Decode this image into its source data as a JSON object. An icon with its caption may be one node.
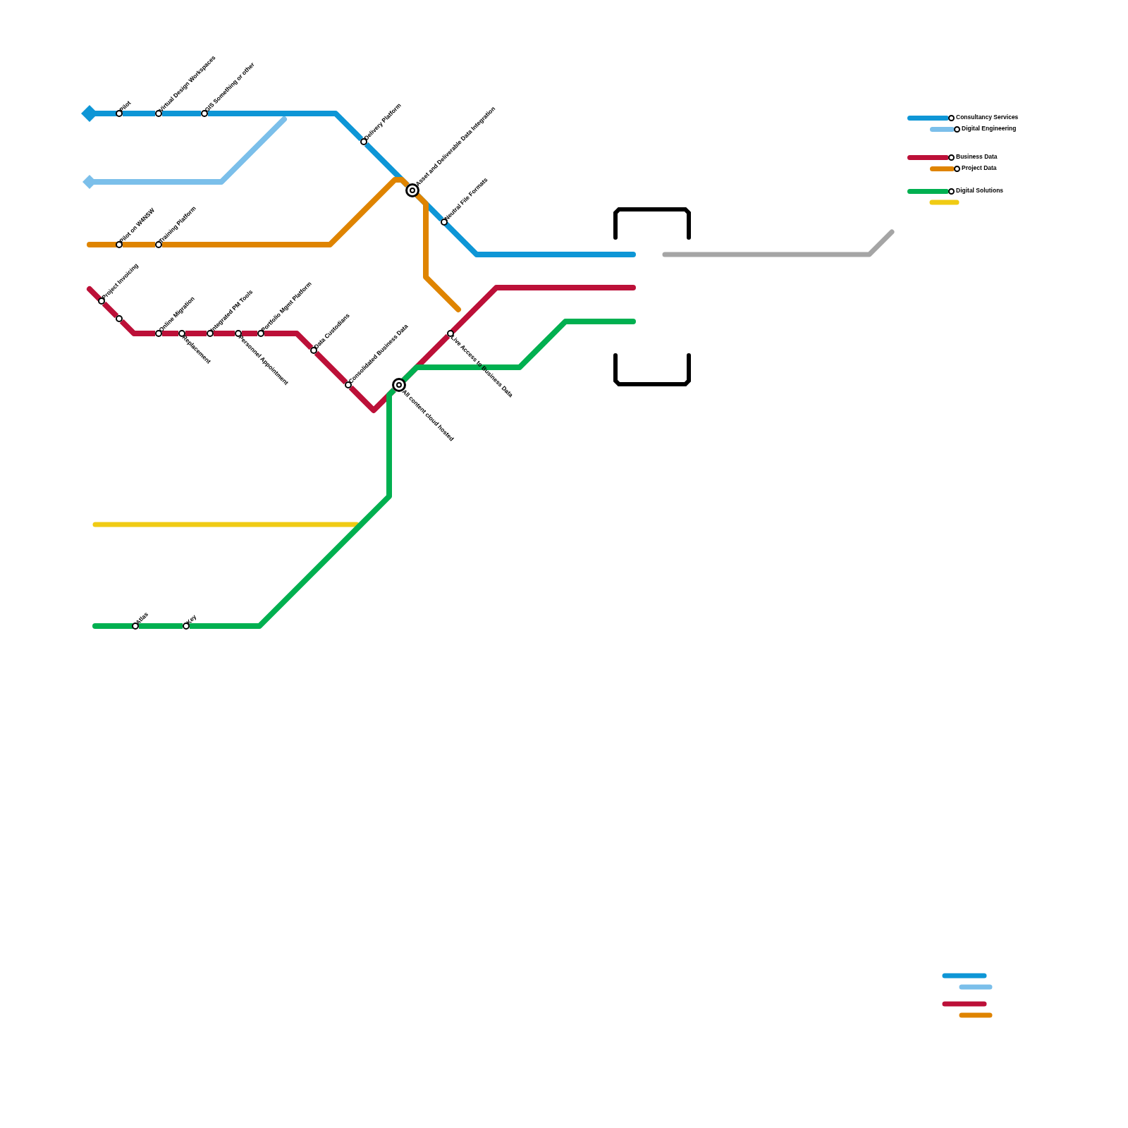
{
  "diagram": {
    "nodes": [
      {
        "text": [
          "Pilot"
        ]
      },
      {
        "text": [
          "Virtual Design Workspaces"
        ]
      },
      {
        "text": [
          "GIS Something or other"
        ]
      },
      {
        "text": [
          "Delivery Platform"
        ]
      },
      {
        "text": [
          "Asset and Deliverable Data Integration"
        ]
      },
      {
        "text": [
          "Neutral File Formats"
        ]
      },
      {
        "text": [
          "Pilot on W4NSW"
        ]
      },
      {
        "text": [
          "Training Platform"
        ]
      },
      {
        "text": [
          "Project Invoicing"
        ]
      },
      {
        "text": [],
        "shape": "circle"
      },
      {
        "text": [
          "Online Migration"
        ]
      },
      {
        "text": [
          "Replacement"
        ]
      },
      {
        "text": [
          "Integrated PM Tools"
        ]
      },
      {
        "text": [
          "Personnel Appointment"
        ]
      },
      {
        "text": [
          "Portfolio Mgmt Platform"
        ]
      },
      {
        "text": [
          "Data Custodians"
        ]
      },
      {
        "text": [
          "Consolidated Business Data"
        ]
      },
      {
        "text": [
          "All content cloud hosted"
        ]
      },
      {
        "text": [
          "Live Access to Business Data"
        ]
      },
      {
        "text": [
          "Atlas"
        ]
      },
      {
        "text": [
          "Key"
        ]
      }
    ],
    "edges": [
      {
        "from": null,
        "to": 0,
        "arrow": "other",
        "color": "#0e96d6"
      },
      {
        "from": 0,
        "to": 1,
        "arrow": "none",
        "color": "#0e96d6"
      },
      {
        "from": 1,
        "to": 2,
        "arrow": "none",
        "color": "#0e96d6"
      },
      {
        "from": 2,
        "to": 3,
        "arrow": "none",
        "color": "#0e96d6"
      },
      {
        "from": 3,
        "to": 4,
        "arrow": "none",
        "color": "#0e96d6"
      },
      {
        "from": 4,
        "to": 5,
        "arrow": "none",
        "color": "#0e96d6"
      },
      {
        "from": 5,
        "to": null,
        "arrow": "none",
        "color": "#0e96d6"
      },
      {
        "from": null,
        "to": 6,
        "arrow": "none",
        "color": "#df8400"
      },
      {
        "from": 6,
        "to": 7,
        "arrow": "none",
        "color": "#df8400"
      },
      {
        "from": 7,
        "to": 4,
        "arrow": "none",
        "color": "#df8400"
      },
      {
        "from": 4,
        "to": null,
        "arrow": "none",
        "color": "#df8400"
      },
      {
        "from": null,
        "to": 8,
        "arrow": "none",
        "color": "#bc1038"
      },
      {
        "from": 8,
        "to": 9,
        "arrow": "none",
        "color": "#bc1038"
      },
      {
        "from": 9,
        "to": 10,
        "arrow": "none",
        "color": "#bc1038"
      },
      {
        "from": 10,
        "to": 11,
        "arrow": "none",
        "color": "#bc1038"
      },
      {
        "from": 11,
        "to": 12,
        "arrow": "none",
        "color": "#bc1038"
      },
      {
        "from": 12,
        "to": 13,
        "arrow": "none",
        "color": "#bc1038"
      },
      {
        "from": 13,
        "to": 14,
        "arrow": "none",
        "color": "#bc1038"
      },
      {
        "from": 14,
        "to": 15,
        "arrow": "none",
        "color": "#bc1038"
      },
      {
        "from": 15,
        "to": 16,
        "arrow": "none",
        "color": "#bc1038"
      },
      {
        "from": 16,
        "to": 17,
        "arrow": "none",
        "color": "#bc1038"
      },
      {
        "from": 17,
        "to": 18,
        "arrow": "none",
        "color": "#bc1038"
      },
      {
        "from": 18,
        "to": null,
        "arrow": "none",
        "color": "#bc1038"
      },
      {
        "from": null,
        "to": 19,
        "arrow": "none",
        "color": "#00b050"
      },
      {
        "from": 19,
        "to": 20,
        "arrow": "none",
        "color": "#00b050"
      },
      {
        "from": 20,
        "to": 17,
        "arrow": "none",
        "color": "#00b050"
      },
      {
        "from": 17,
        "to": null,
        "arrow": "none",
        "color": "#00b050"
      }
    ],
    "legend": [
      {
        "text": "Consultancy Services",
        "color": "#0e96d6"
      },
      {
        "text": "Digital Engineering",
        "color": "#7bbfea"
      },
      {
        "text": "Business Data",
        "color": "#bc1038"
      },
      {
        "text": "Project Data",
        "color": "#df8400"
      },
      {
        "text": "Digital Solutions",
        "color": "#00b050"
      }
    ]
  }
}
